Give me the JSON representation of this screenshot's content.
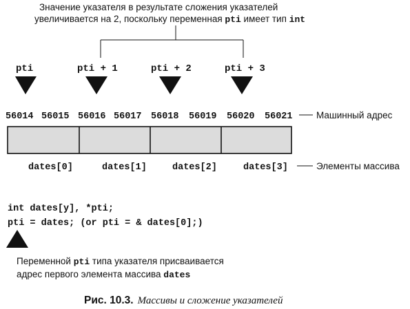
{
  "top_note": {
    "line1": "Значение указателя в результате сложения указателей",
    "line2_prefix": "увеличивается на 2, поскольку переменная ",
    "line2_code1": "pti",
    "line2_mid": " имеет тип ",
    "line2_code2": "int"
  },
  "pointers": [
    "pti",
    "pti + 1",
    "pti + 2",
    "pti + 3"
  ],
  "addresses": [
    "56014",
    "56015",
    "56016",
    "56017",
    "56018",
    "56019",
    "56020",
    "56021"
  ],
  "address_label": "Машинный адрес",
  "elements": [
    "dates[0]",
    "dates[1]",
    "dates[2]",
    "dates[3]"
  ],
  "elements_label": "Элементы массива",
  "code": {
    "line1": "int dates[y], *pti;",
    "line2": "pti = dates; (or pti = & dates[0];)"
  },
  "bottom_note": {
    "line1_prefix": "Переменной ",
    "line1_code": "pti",
    "line1_suffix": " типа указателя присваивается",
    "line2_prefix": "адрес первого элемента массива ",
    "line2_code": "dates"
  },
  "caption": {
    "label": "Рис. 10.3.",
    "text": "Массивы и сложение указателей"
  }
}
